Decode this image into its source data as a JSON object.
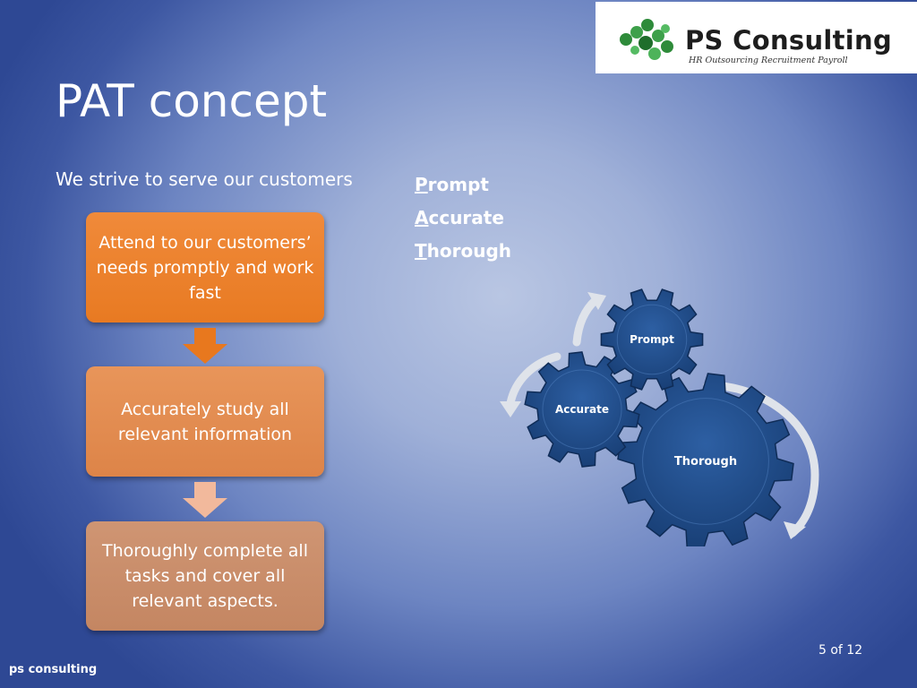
{
  "slide": {
    "title": "PAT concept",
    "intro": "We strive to serve our customers",
    "pat": [
      {
        "first": "P",
        "rest": "rompt"
      },
      {
        "first": "A",
        "rest": "ccurate"
      },
      {
        "first": "T",
        "rest": "horough"
      }
    ],
    "steps": [
      "Attend to our customers’ needs promptly and work fast",
      "Accurately study all relevant information",
      "Thoroughly complete all tasks and cover all relevant aspects."
    ],
    "gears": {
      "prompt": "Prompt",
      "accurate": "Accurate",
      "thorough": "Thorough"
    },
    "page_number": "5 of 12",
    "footer": "ps consulting"
  },
  "logo": {
    "name": "PS Consulting",
    "tagline": "HR Outsourcing  Recruitment  Payroll"
  },
  "colors": {
    "step1": "#e87a22",
    "step2": "#dd8448",
    "step3": "#c48662",
    "gear": "#1f4a87",
    "logo_green": "#2e8b3a"
  }
}
